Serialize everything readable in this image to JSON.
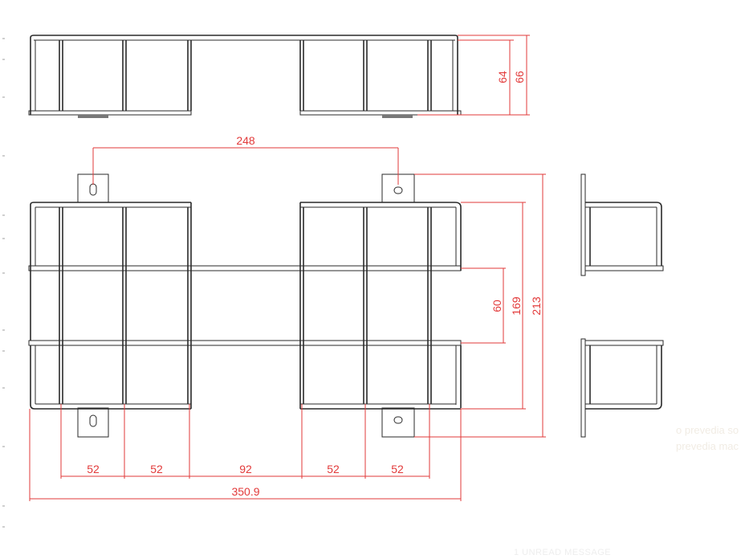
{
  "dimensions": {
    "height_inner": "64",
    "height_outer": "66",
    "tab_spacing": "248",
    "pitch_60": "60",
    "height_169": "169",
    "height_213": "213",
    "bay_1": "52",
    "bay_2": "52",
    "bay_middle": "92",
    "bay_4": "52",
    "bay_5": "52",
    "overall_width": "350.9"
  },
  "overlay": {
    "caption_line1": "o prevedia so",
    "caption_line2": "prevedia mac",
    "unread": "1 UNREAD MESSAGE"
  },
  "colors": {
    "line": "#2a2a2a",
    "dimension": "#e23a3a"
  }
}
